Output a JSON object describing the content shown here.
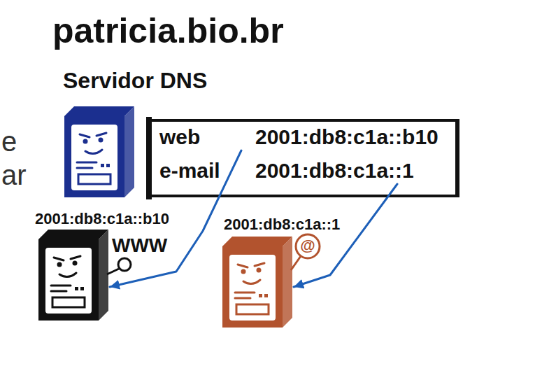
{
  "diagram": {
    "title": "patricia.bio.br",
    "nodes": [
      {
        "text": [
          "Servidor DNS"
        ]
      },
      {
        "text": [
          "web",
          "2001:db8:c1a::b10"
        ]
      },
      {
        "text": [
          "e-mail",
          "2001:db8:c1a::1"
        ]
      },
      {
        "text": [
          "2001:db8:c1a::b10",
          "WWW"
        ]
      },
      {
        "text": [
          "2001:db8:c1a::1"
        ]
      }
    ],
    "edges": [
      {
        "from": 1,
        "to": 3,
        "arrow": "to"
      },
      {
        "from": 2,
        "to": 4,
        "arrow": "to"
      }
    ],
    "labels": [
      "e",
      "ar",
      "@"
    ]
  }
}
